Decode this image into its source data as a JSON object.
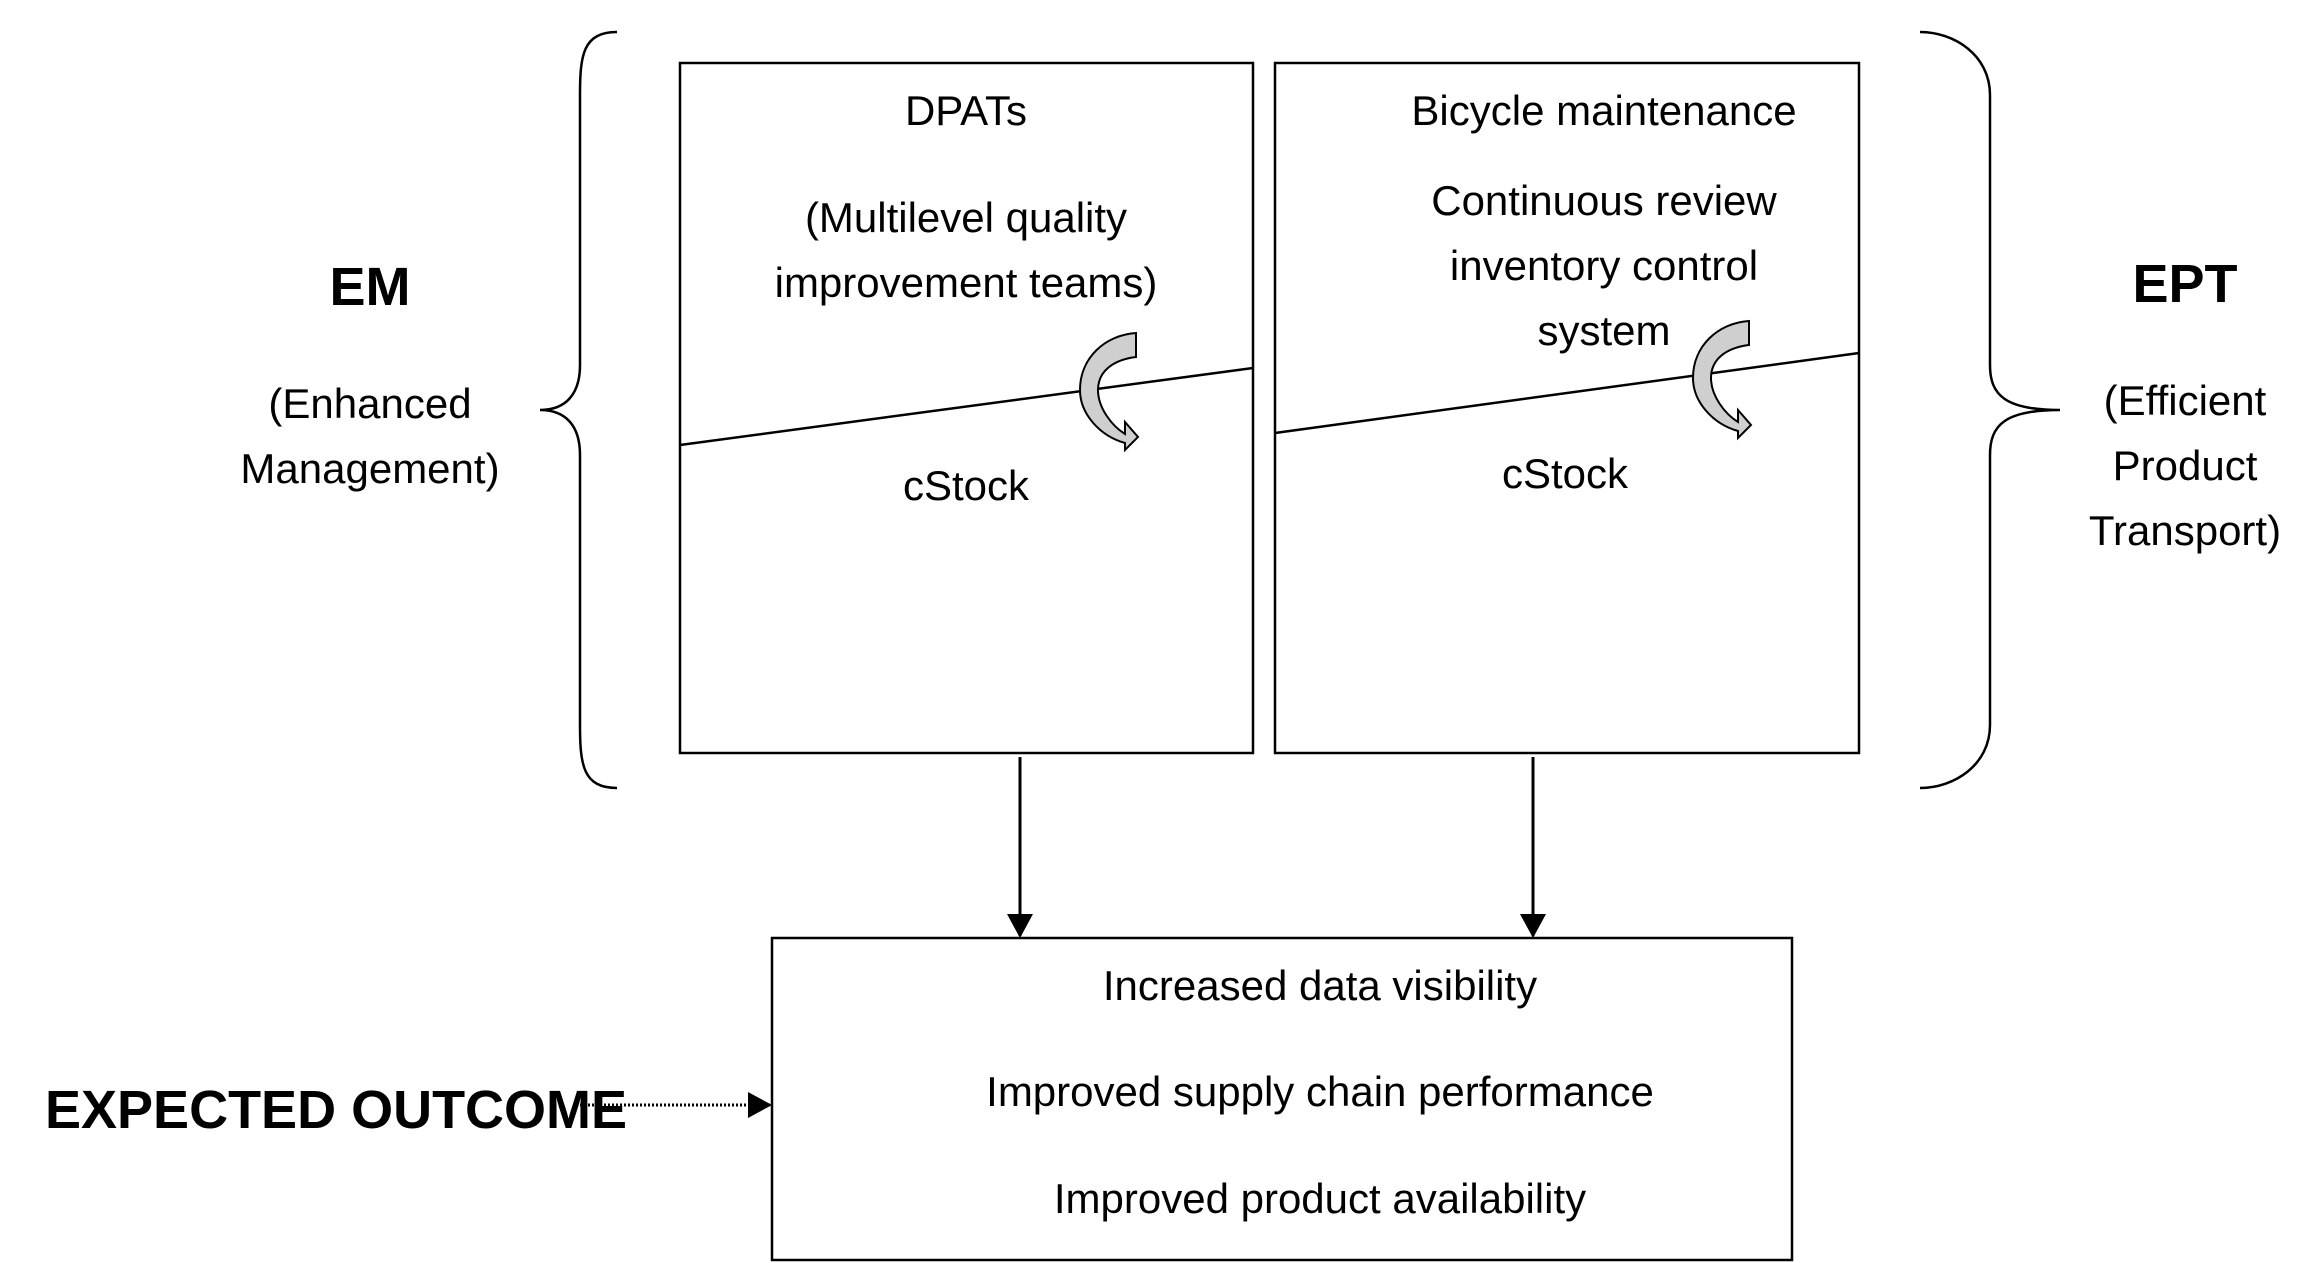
{
  "left_group": {
    "abbrev": "EM",
    "full_line1": "(Enhanced",
    "full_line2": "Management)"
  },
  "right_group": {
    "abbrev": "EPT",
    "full_line1": "(Efficient",
    "full_line2": "Product",
    "full_line3": "Transport)"
  },
  "box_left": {
    "title": "DPATs",
    "subtitle_line1": "(Multilevel quality",
    "subtitle_line2": "improvement teams)",
    "lower_label": "cStock"
  },
  "box_right": {
    "title": "Bicycle maintenance",
    "subtitle_line1": "Continuous review",
    "subtitle_line2": "inventory control",
    "subtitle_line3": "system",
    "lower_label": "cStock"
  },
  "outcome": {
    "label": "EXPECTED OUTCOME",
    "items": [
      "Increased data visibility",
      "Improved supply chain performance",
      "Improved product availability"
    ]
  },
  "colors": {
    "line": "#000000",
    "curved_arrow_fill": "#cfcfcf"
  }
}
